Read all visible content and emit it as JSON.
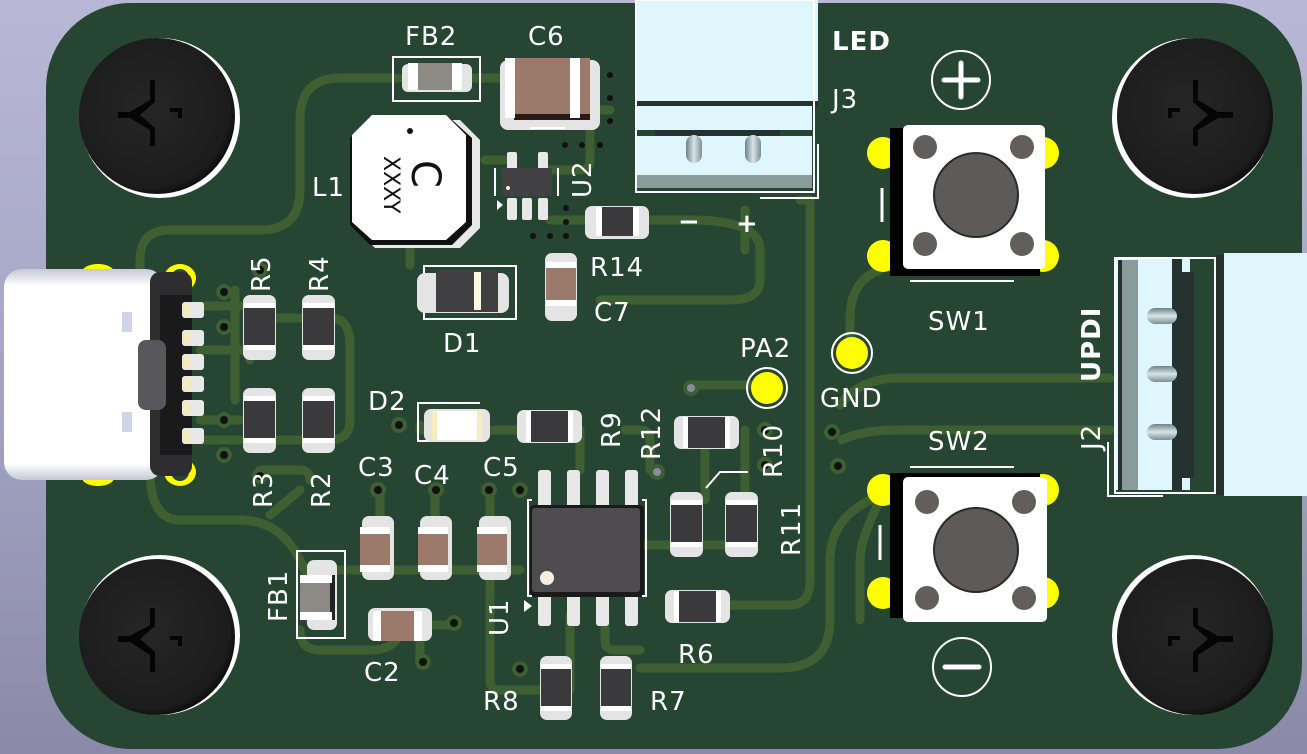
{
  "view": "PCB 3D viewer - top side",
  "colors": {
    "background_top": "#b8b8d6",
    "board": "#264532",
    "copper_trace": "#3d5f31",
    "silkscreen": "#ffffff",
    "pad_gold": "#ffff00",
    "connector_body": "#ddf6fc",
    "screw": "#222222"
  },
  "board": {
    "mounting_holes": [
      "top-left",
      "top-right",
      "bottom-left",
      "bottom-right"
    ]
  },
  "labels": {
    "FB2": "FB2",
    "C6": "C6",
    "LED": "LED",
    "J3": "J3",
    "L1": "L1",
    "U2": "U2",
    "R5": "R5",
    "R4": "R4",
    "R14": "R14",
    "C7": "C7",
    "D1": "D1",
    "SW1": "SW1",
    "PA2": "PA2",
    "GND": "GND",
    "UPDI": "UPDI",
    "J2": "J2",
    "D2": "D2",
    "R9": "R9",
    "R12": "R12",
    "R10": "R10",
    "SW2": "SW2",
    "C3": "C3",
    "C4": "C4",
    "C5": "C5",
    "R3": "R3",
    "R2": "R2",
    "R11": "R11",
    "FB1": "FB1",
    "U1": "U1",
    "R6": "R6",
    "C2": "C2",
    "R8": "R8",
    "R7": "R7"
  },
  "polarity": {
    "j3_minus": "−",
    "j3_plus": "+",
    "sw_plus_symbol": "+",
    "sw_minus_symbol": "−"
  },
  "inductor_marking": {
    "line1": "C",
    "line2": "XXX",
    "line3": "Y"
  },
  "test_points": [
    {
      "name": "PA2"
    },
    {
      "name": "GND"
    }
  ],
  "components": [
    {
      "ref": "FB2",
      "type": "ferrite-bead"
    },
    {
      "ref": "C6",
      "type": "capacitor"
    },
    {
      "ref": "L1",
      "type": "inductor"
    },
    {
      "ref": "U2",
      "type": "ic-sot23-6"
    },
    {
      "ref": "J3",
      "type": "connector-2pin",
      "label": "LED"
    },
    {
      "ref": "SW1",
      "type": "tactile-switch"
    },
    {
      "ref": "SW2",
      "type": "tactile-switch"
    },
    {
      "ref": "J2",
      "type": "connector-3pin",
      "label": "UPDI"
    },
    {
      "ref": "U1",
      "type": "ic-soic-8"
    },
    {
      "ref": "D1",
      "type": "diode"
    },
    {
      "ref": "D2",
      "type": "led"
    },
    {
      "ref": "USB",
      "type": "usb-c-receptacle"
    }
  ]
}
